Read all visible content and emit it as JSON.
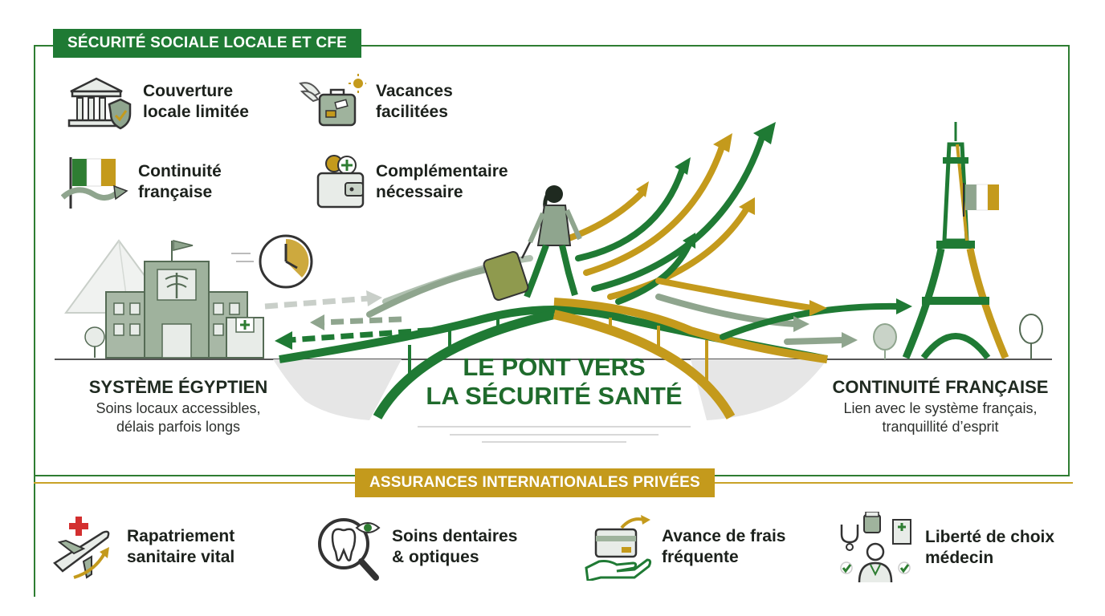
{
  "sections": {
    "top_label": "SÉCURITÉ SOCIALE LOCALE ET CFE",
    "bottom_label": "ASSURANCES INTERNATIONALES PRIVÉES"
  },
  "top_features": [
    {
      "icon": "bank-shield-icon",
      "line1": "Couverture",
      "line2": "locale limitée"
    },
    {
      "icon": "flying-suitcase-icon",
      "line1": "Vacances",
      "line2": "facilitées"
    },
    {
      "icon": "flag-arrow-icon",
      "line1": "Continuité",
      "line2": "française"
    },
    {
      "icon": "wallet-plus-icon",
      "line1": "Complémentaire",
      "line2": "nécessaire"
    }
  ],
  "left_side": {
    "title": "SYSTÈME ÉGYPTIEN",
    "desc_line1": "Soins locaux accessibles,",
    "desc_line2": "délais parfois longs"
  },
  "center": {
    "title_line1": "LE PONT VERS",
    "title_line2": "LA SÉCURITÉ SANTÉ"
  },
  "right_side": {
    "title": "CONTINUITÉ FRANÇAISE",
    "desc_line1": "Lien avec le système français,",
    "desc_line2": "tranquillité d’esprit"
  },
  "bottom_features": [
    {
      "icon": "plane-cross-icon",
      "line1": "Rapatriement",
      "line2": "sanitaire vital"
    },
    {
      "icon": "tooth-magnifier-icon",
      "line1": "Soins dentaires",
      "line2": "& optiques"
    },
    {
      "icon": "card-hand-icon",
      "line1": "Avance de frais",
      "line2": "fréquente"
    },
    {
      "icon": "doctor-choice-icon",
      "line1": "Liberté de choix",
      "line2": "médecin"
    }
  ],
  "colors": {
    "green": "#1f7a34",
    "gold": "#c49a1c",
    "grey_green": "#8fa58e"
  }
}
